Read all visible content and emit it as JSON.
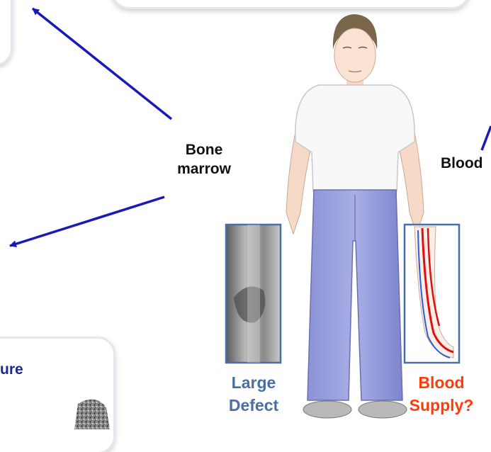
{
  "labels": {
    "bone_marrow": "Bone\nmarrow",
    "blood": "Blood",
    "large_defect": "Large\nDefect",
    "blood_supply": "Blood\nSupply?",
    "structure_partial": "ure"
  },
  "colors": {
    "arrow": "#1a1ab8",
    "label_black": "#111111",
    "large_defect_text": "#4a6fa5",
    "blood_supply_text": "#ff3b0a",
    "inset_frame": "#4b6ea8",
    "structure_text": "#1a2a8a"
  },
  "icons": {
    "person": "standing-man-illustration",
    "xray": "bone-xray-inset",
    "leg": "leg-vasculature-inset",
    "scaffold": "porous-scaffold-texture"
  }
}
